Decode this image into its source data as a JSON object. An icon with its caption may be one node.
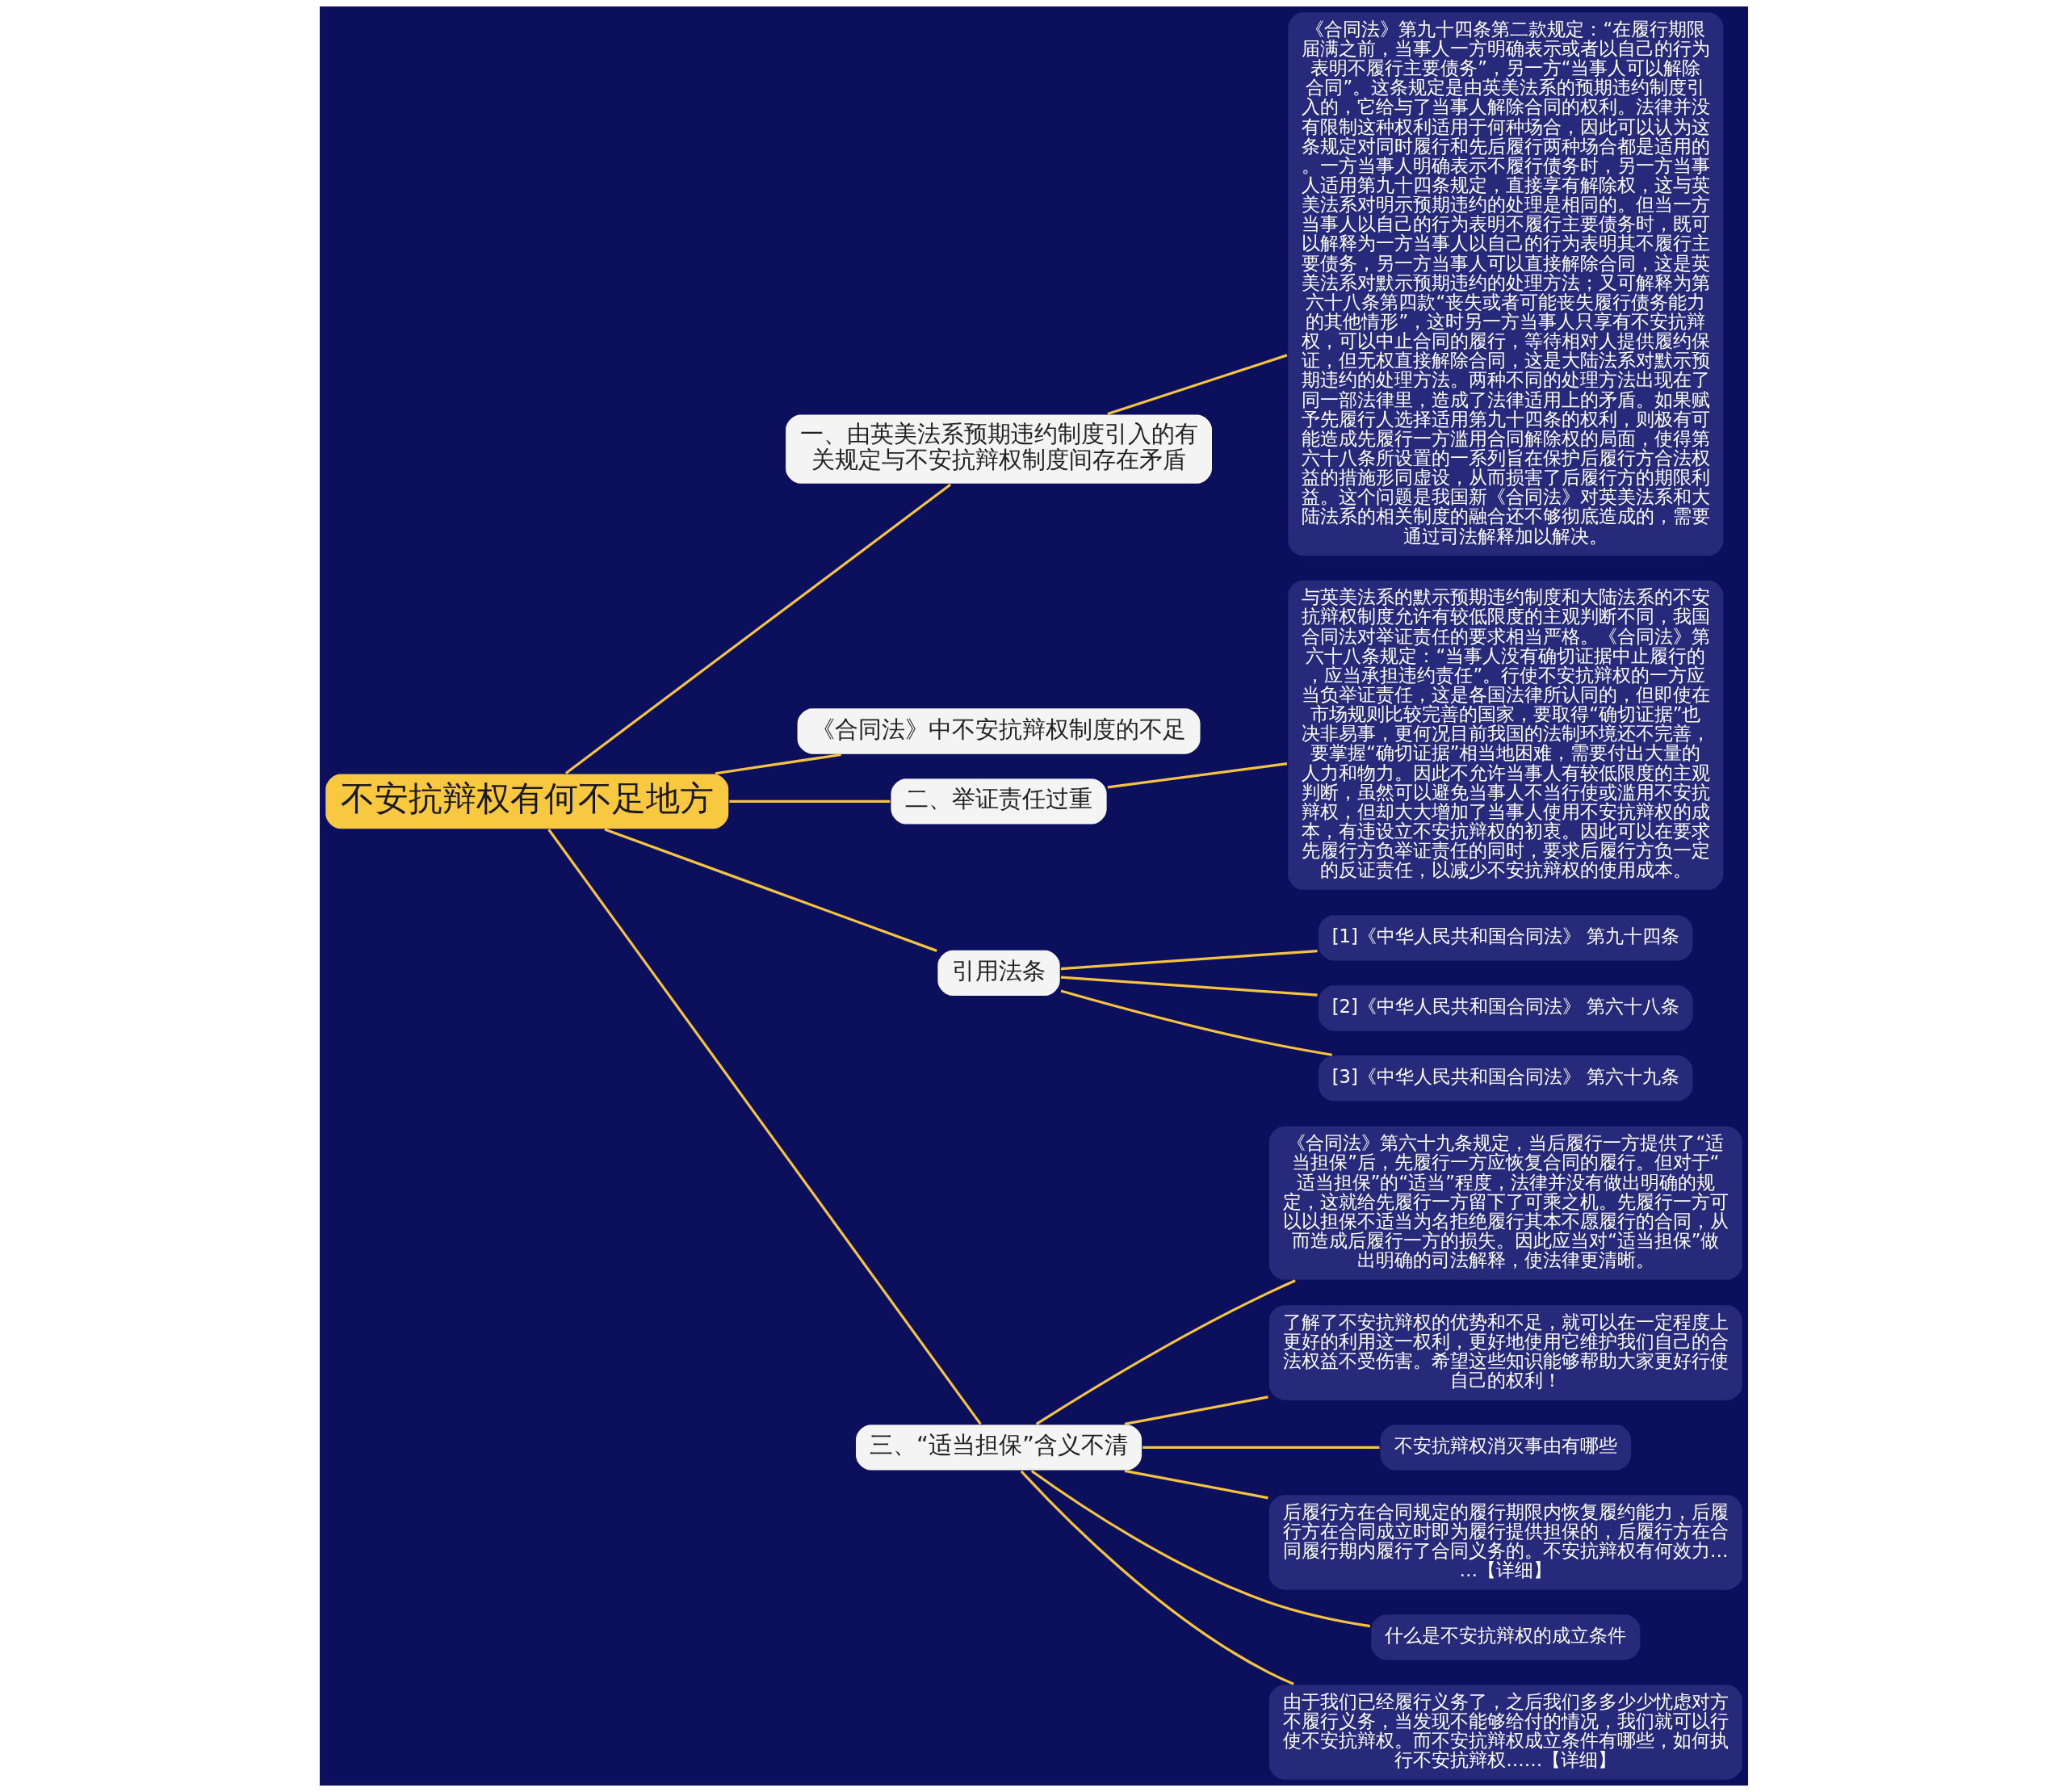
{
  "diagram": {
    "nodes": [
      {
        "text": [
          "不安抗辩权有何不足地方"
        ]
      },
      {
        "text": [
          "一、由英美法系预期违约制度引入的有关规定与不安抗辩权制度间存在矛盾"
        ]
      },
      {
        "text": [
          "《合同法》第九十四条第二款规定：“在履行期限届满之前，当事人一方明确表示或者以自己的行为表明不履行主要债务”，另一方“当事人可以解除合同”。这条规定是由英美法系的预期违约制度引入的，它给与了当事人解除合同的权利。法律并没有限制这种权利适用于何种场合，因此可以认为这条规定对同时履行和先后履行两种场合都是适用的。一方当事人明确表示不履行债务时，另一方当事人适用第九十四条规定，直接享有解除权，这与英美法系对明示预期违约的处理是相同的。但当一方当事人以自己的行为表明不履行主要债务时，既可以解释为一方当事人以自己的行为表明其不履行主要债务，另一方当事人可以直接解除合同，这是英美法系对默示预期违约的处理方法；又可解释为第六十八条第四款“丧失或者可能丧失履行债务能力的其他情形”，这时另一方当事人只享有不安抗辩权，可以中止合同的履行，等待相对人提供履约保证，但无权直接解除合同，这是大陆法系对默示预期违约的处理方法。两种不同的处理方法出现在了同一部法律里，造成了法律适用上的矛盾。如果赋予先履行人选择适用第九十四条的权利，则极有可能造成先履行一方滥用合同解除权的局面，使得第六十八条所设置的一系列旨在保护后履行方合法权益的措施形同虚设，从而损害了后履行方的期限利益。这个问题是我国新《合同法》对英美法系和大陆法系的相关制度的融合还不够彻底造成的，需要通过司法解释加以解决。"
        ]
      },
      {
        "text": [
          "《合同法》中不安抗辩权制度的不足"
        ]
      },
      {
        "text": [
          "二、举证责任过重"
        ]
      },
      {
        "text": [
          "与英美法系的默示预期违约制度和大陆法系的不安抗辩权制度允许有较低限度的主观判断不同，我国合同法对举证责任的要求相当严格。《合同法》第六十八条规定：“当事人没有确切证据中止履行的，应当承担违约责任”。行使不安抗辩权的一方应当负举证责任，这是各国法律所认同的，但即使在市场规则比较完善的国家，要取得“确切证据”也决非易事，更何况目前我国的法制环境还不完善，要掌握“确切证据”相当地困难，需要付出大量的人力和物力。因此不允许当事人有较低限度的主观判断，虽然可以避免当事人不当行使或滥用不安抗辩权，但却大大增加了当事人使用不安抗辩权的成本，有违设立不安抗辩权的初衷。因此可以在要求先履行方负举证责任的同时，要求后履行方负一定的反证责任，以减少不安抗辩权的使用成本。"
        ]
      },
      {
        "text": [
          "引用法条"
        ]
      },
      {
        "text": [
          "[1]《中华人民共和国合同法》 第九十四条"
        ]
      },
      {
        "text": [
          "[2]《中华人民共和国合同法》 第六十八条"
        ]
      },
      {
        "text": [
          "[3]《中华人民共和国合同法》 第六十九条"
        ]
      },
      {
        "text": [
          "三、“适当担保”含义不清"
        ]
      },
      {
        "text": [
          "《合同法》第六十九条规定，当后履行一方提供了“适当担保”后，先履行一方应恢复合同的履行。但对于“适当担保”的“适当”程度，法律并没有做出明确的规定，这就给先履行一方留下了可乘之机。先履行一方可以以担保不适当为名拒绝履行其本不愿履行的合同，从而造成后履行一方的损失。因此应当对“适当担保”做出明确的司法解释，使法律更清晰。"
        ]
      },
      {
        "text": [
          "了解了不安抗辩权的优势和不足，就可以在一定程度上更好的利用这一权利，更好地使用它维护我们自己的合法权益不受伤害。希望这些知识能够帮助大家更好行使自己的权利！"
        ]
      },
      {
        "text": [
          "不安抗辩权消灭事由有哪些"
        ]
      },
      {
        "text": [
          "后履行方在合同规定的履行期限内恢复履约能力，后履行方在合同成立时即为履行提供担保的，后履行方在合同履行期内履行了合同义务的。不安抗辩权有何效力……【详细】"
        ]
      },
      {
        "text": [
          "什么是不安抗辩权的成立条件"
        ]
      },
      {
        "text": [
          "由于我们已经履行义务了，之后我们多多少少忧虑对方不履行义务，当发现不能够给付的情况，我们就可以行使不安抗辩权。而不安抗辩权成立条件有哪些，如何执行不安抗辩权……【详细】"
        ]
      }
    ],
    "edges": [
      {
        "from": 0,
        "to": 1,
        "arrow": "none"
      },
      {
        "from": 1,
        "to": 2,
        "arrow": "none"
      },
      {
        "from": 0,
        "to": 10,
        "arrow": "none"
      },
      {
        "from": 10,
        "to": 11,
        "arrow": "none"
      },
      {
        "from": 10,
        "to": 12,
        "arrow": "none"
      },
      {
        "from": 10,
        "to": 13,
        "arrow": "none"
      },
      {
        "from": 10,
        "to": 14,
        "arrow": "none"
      },
      {
        "from": 10,
        "to": 15,
        "arrow": "none"
      },
      {
        "from": 10,
        "to": 16,
        "arrow": "none"
      },
      {
        "from": 0,
        "to": 3,
        "arrow": "none"
      },
      {
        "from": 0,
        "to": 4,
        "arrow": "none"
      },
      {
        "from": 4,
        "to": 5,
        "arrow": "none"
      },
      {
        "from": 0,
        "to": 6,
        "arrow": "none"
      },
      {
        "from": 6,
        "to": 7,
        "arrow": "none"
      },
      {
        "from": 6,
        "to": 8,
        "arrow": "none"
      },
      {
        "from": 6,
        "to": 9,
        "arrow": "none"
      }
    ]
  }
}
